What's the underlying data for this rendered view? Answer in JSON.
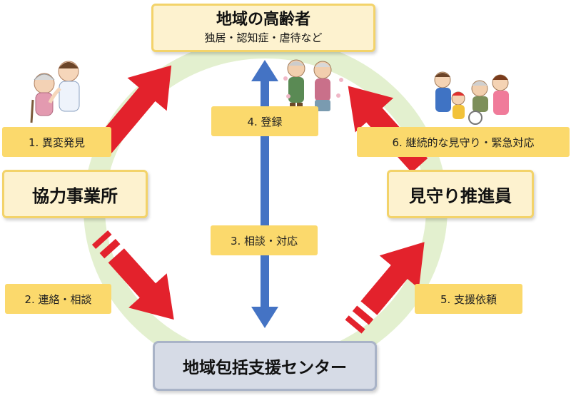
{
  "top_node": {
    "title": "地域の高齢者",
    "subtitle": "独居・認知症・虐待など"
  },
  "left_node": {
    "title": "協力事業所"
  },
  "right_node": {
    "title": "見守り推進員"
  },
  "bottom_node": {
    "title": "地域包括支援センター"
  },
  "steps": {
    "s1": "1. 異変発見",
    "s2": "2. 連絡・相談",
    "s3": "3. 相談・対応",
    "s4": "4. 登録",
    "s5": "5. 支援依頼",
    "s6": "6. 継続的な見守り・緊急対応"
  },
  "illustrations": {
    "caregiver": "caregiver-with-elderly-illustration",
    "elderly_couple": "elderly-couple-illustration",
    "family": "family-illustration"
  },
  "colors": {
    "ring": "#e3f0cf",
    "red_arrow": "#e3222c",
    "blue_arrow": "#4473c4",
    "node_fill": "#fdf2cf",
    "node_border": "#f3d36a",
    "label_fill": "#fbd96c",
    "center_fill": "#d6dbe6"
  }
}
